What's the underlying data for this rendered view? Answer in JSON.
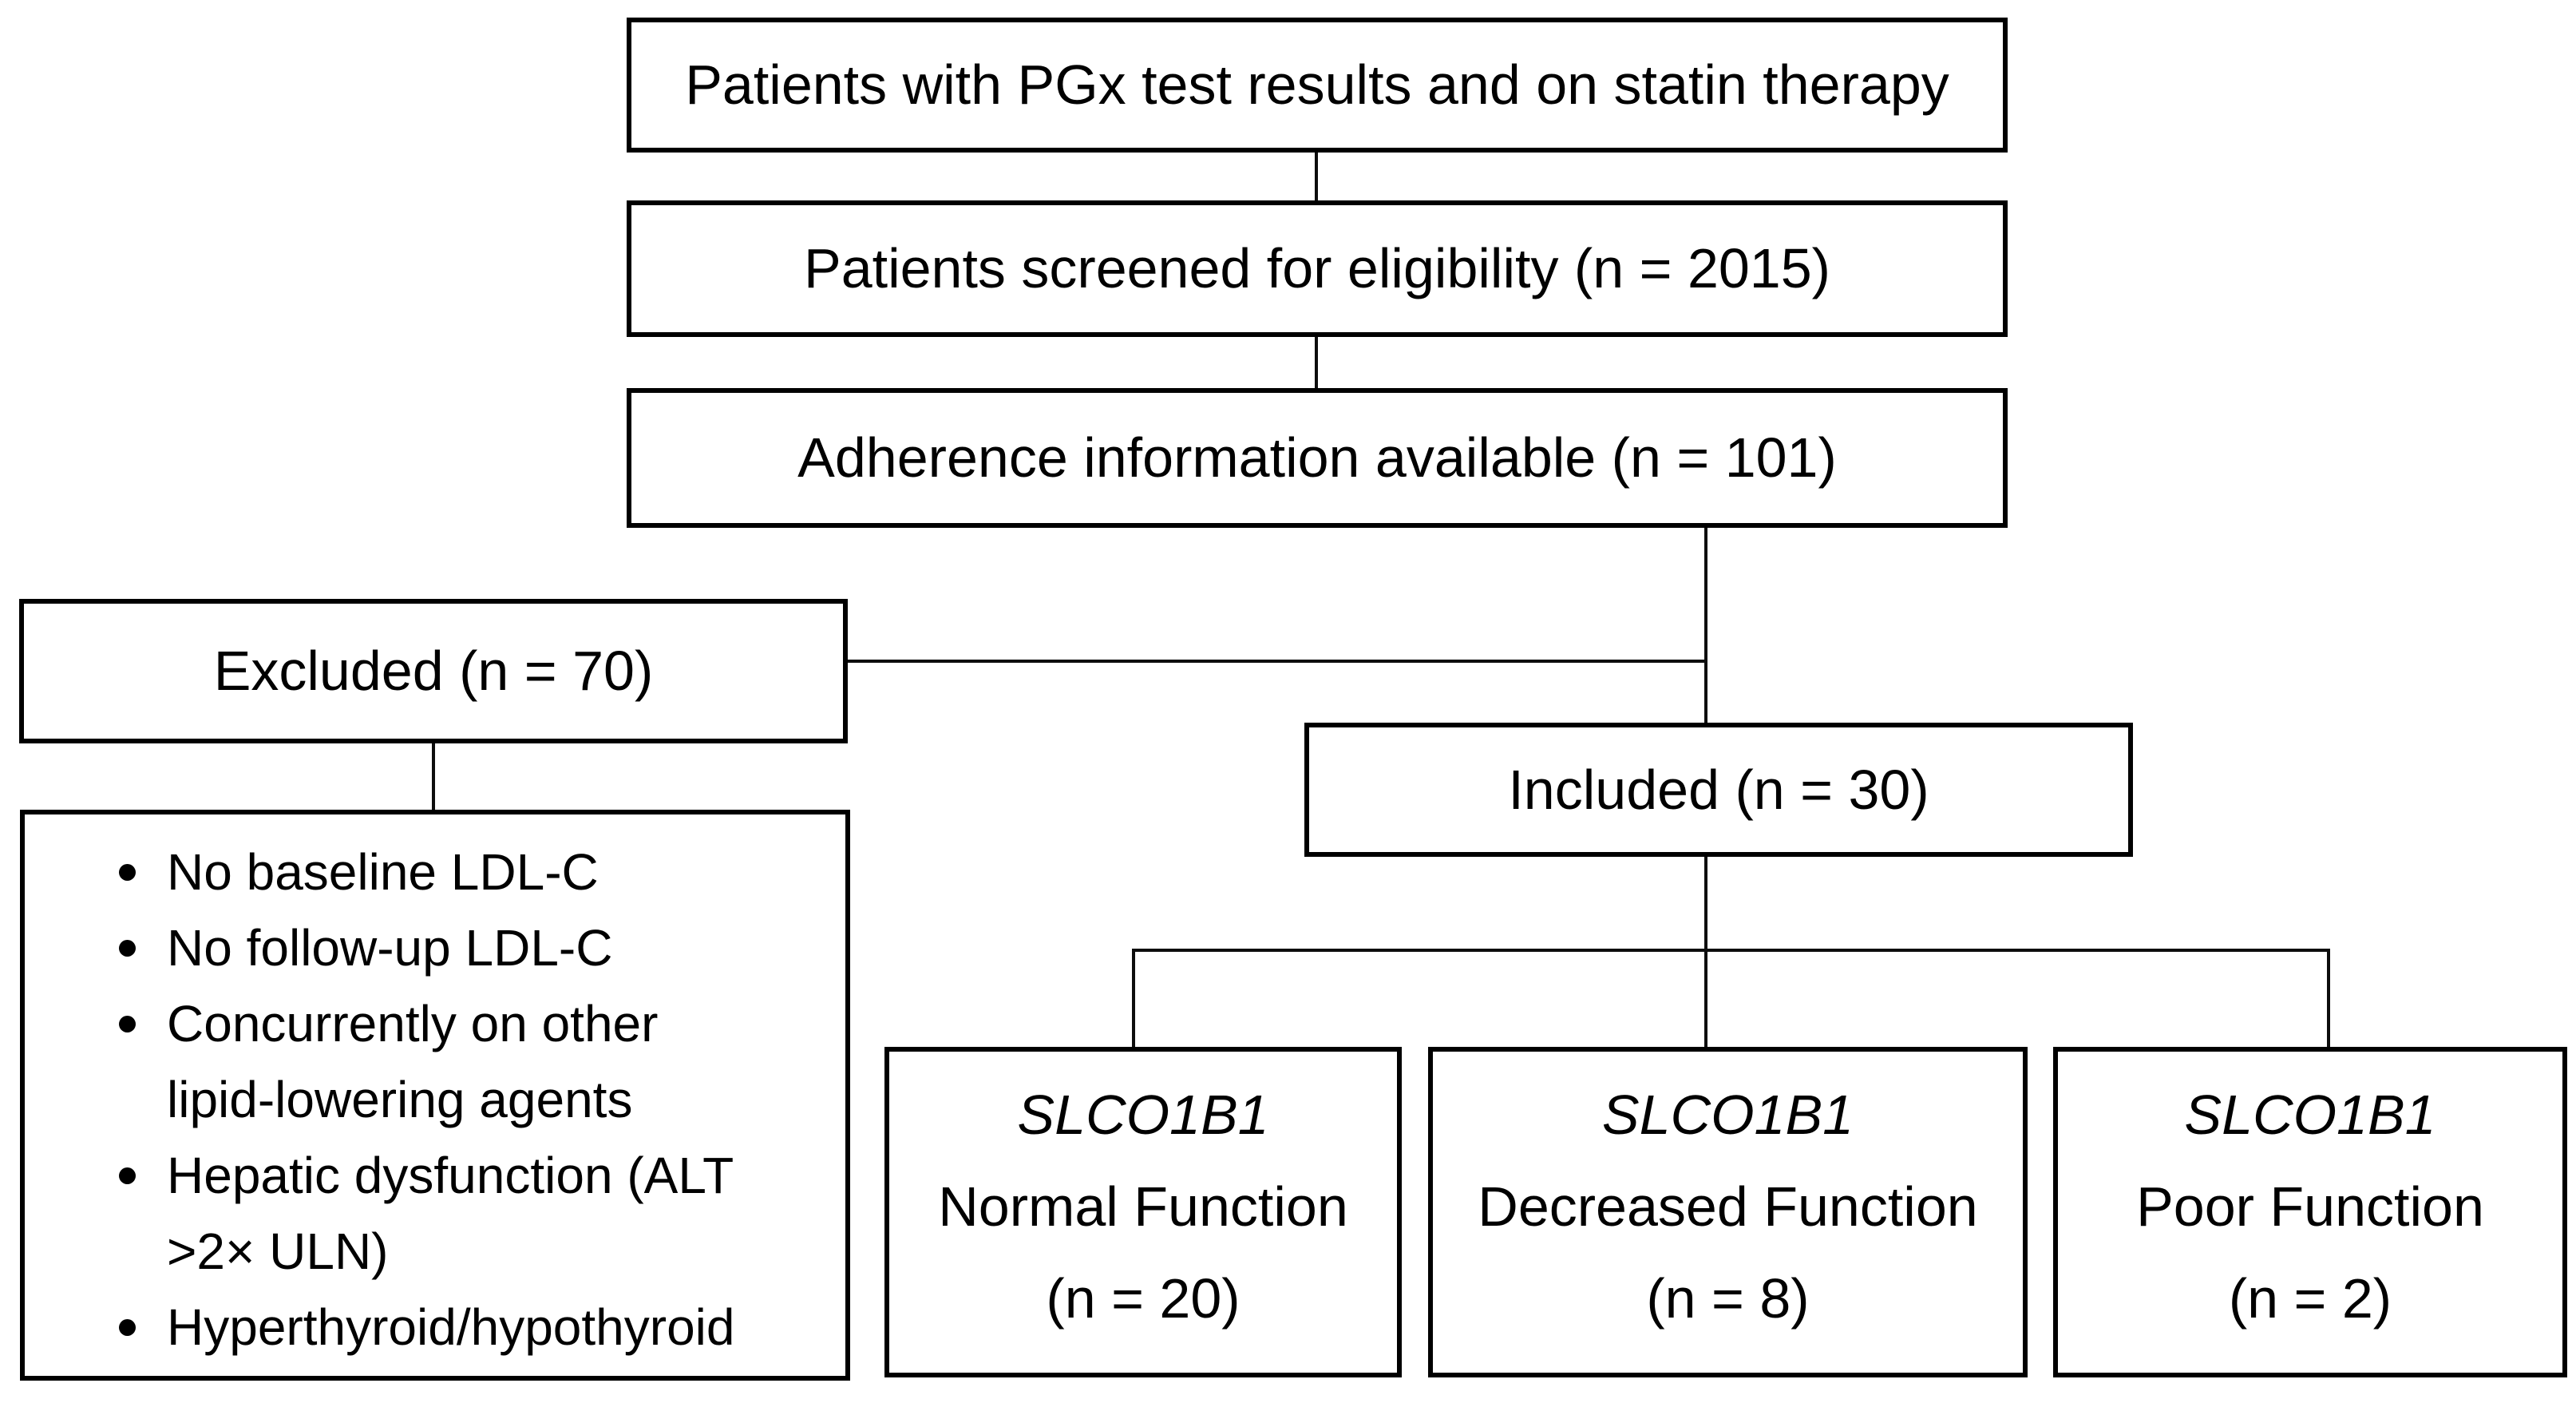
{
  "figure": {
    "description": "Patient selection flow diagram for PGx statin therapy study"
  },
  "flow": {
    "top_box": "Patients with PGx test results and on statin therapy",
    "screened_box": "Patients screened for eligibility (n = 2015)",
    "adherence_box": "Adherence information available (n = 101)",
    "excluded_box": "Excluded (n = 70)",
    "included_box": "Included (n = 30)"
  },
  "exclusion_reasons": {
    "items": [
      {
        "lines": [
          "No baseline LDL-C"
        ]
      },
      {
        "lines": [
          "No follow-up LDL-C"
        ]
      },
      {
        "lines": [
          "Concurrently on other",
          "lipid-lowering agents"
        ]
      },
      {
        "lines": [
          "Hepatic dysfunction (ALT",
          ">2× ULN)"
        ]
      },
      {
        "lines": [
          "Hyperthyroid/hypothyroid"
        ]
      }
    ]
  },
  "branches": [
    {
      "gene": "SLCO1B1",
      "label": "Normal Function",
      "n": "(n = 20)"
    },
    {
      "gene": "SLCO1B1",
      "label": "Decreased Function",
      "n": "(n = 8)"
    },
    {
      "gene": "SLCO1B1",
      "label": "Poor Function",
      "n": "(n = 2)"
    }
  ],
  "colors": {
    "background": "#ffffff",
    "border": "#000000",
    "text": "#000000",
    "line": "#0d0d0d"
  }
}
